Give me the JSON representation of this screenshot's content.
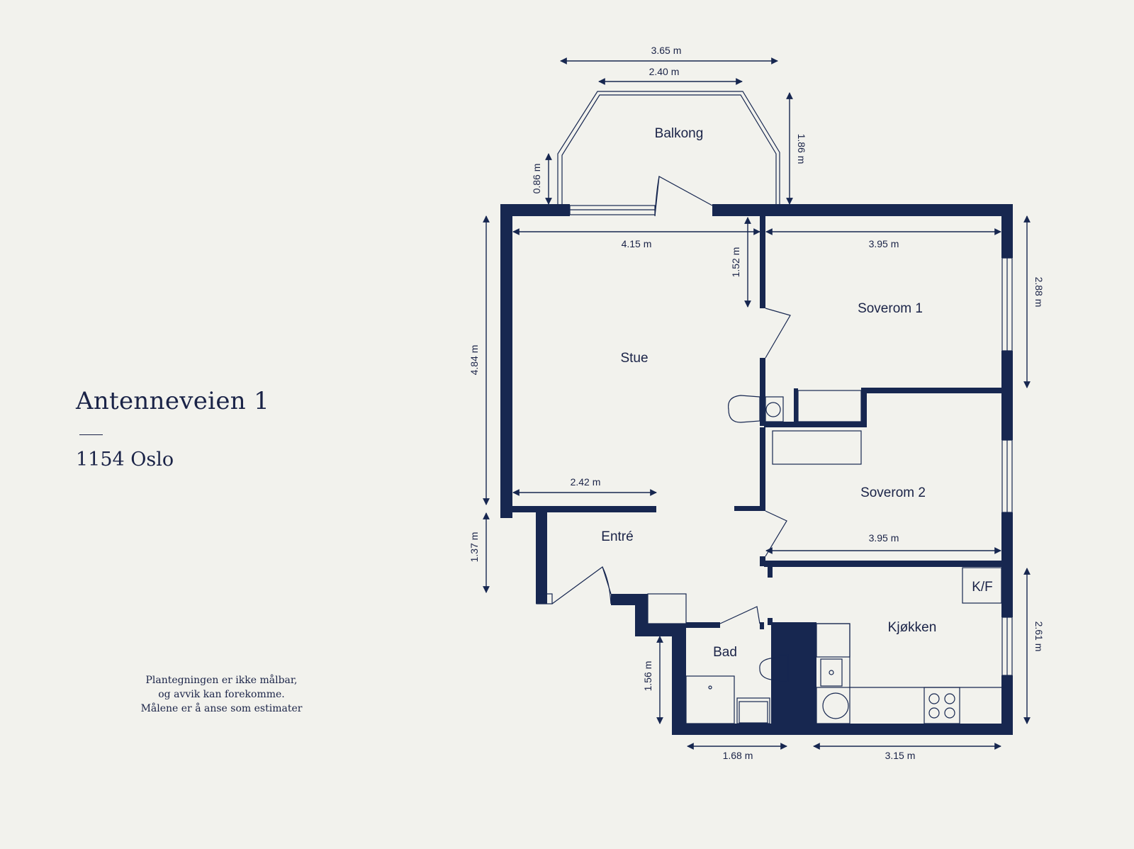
{
  "header": {
    "address": "Antenneveien 1",
    "postal": "1154 Oslo"
  },
  "disclaimer": [
    "Plantegningen er ikke målbar,",
    "og avvik kan forekomme.",
    "Målene er å anse som estimater"
  ],
  "rooms": {
    "balkong": "Balkong",
    "stue": "Stue",
    "soverom1": "Soverom 1",
    "soverom2": "Soverom 2",
    "entre": "Entré",
    "bad": "Bad",
    "kjokken": "Kjøkken",
    "kf": "K/F"
  },
  "dimensions": {
    "balkong_outer": "3.65 m",
    "balkong_inner": "2.40 m",
    "balkong_side": "0.86 m",
    "balkong_depth": "1.86 m",
    "stue_width": "4.15 m",
    "stue_height": "4.84 m",
    "stue_offset": "1.52 m",
    "soverom1_width": "3.95 m",
    "soverom1_height": "2.88 m",
    "entre_width": "2.42 m",
    "entre_height": "1.37 m",
    "soverom2_width": "3.95 m",
    "kjokken_height": "2.61 m",
    "bad_height": "1.56 m",
    "bad_width": "1.68 m",
    "kjokken_width": "3.15 m"
  },
  "colors": {
    "background": "#f2f2ed",
    "wall": "#172750",
    "text": "#1a2347"
  }
}
